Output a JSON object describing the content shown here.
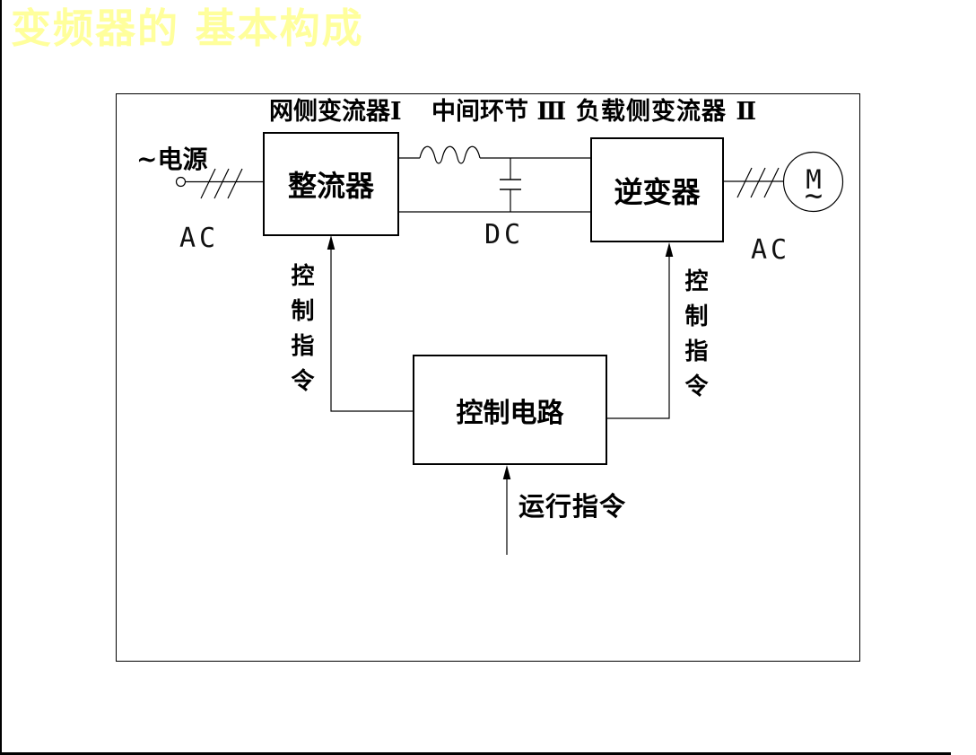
{
  "colors": {
    "background": "#FFFFFF",
    "line": "#000000",
    "title": "#FFFF9C"
  },
  "title": {
    "text": "变频器的 基本构成"
  },
  "diagram": {
    "section_labels": {
      "net_side": "网侧变流器Ⅰ",
      "middle_link": "中间环节 Ⅲ",
      "load_side": "负载侧变流器 Ⅱ"
    },
    "blocks": {
      "rectifier": "整流器",
      "inverter": "逆变器",
      "control_circuit": "控制电路"
    },
    "labels": {
      "power_source": "~电源",
      "ac_input": "AC",
      "dc_link": "DC",
      "ac_output": "AC",
      "control_command_left": "控制指令",
      "control_command_right": "控制指令",
      "run_command": "运行指令",
      "motor_letter": "M",
      "motor_wave": "~"
    }
  }
}
